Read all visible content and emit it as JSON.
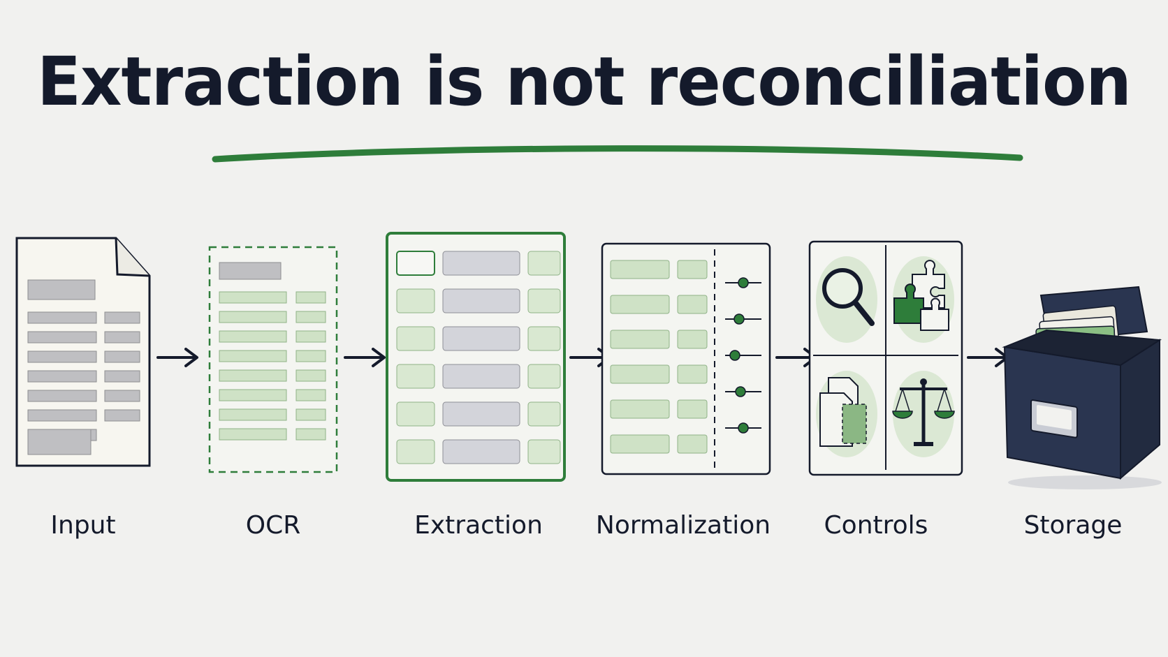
{
  "title": "Extraction is not reconciliation",
  "stages": [
    {
      "id": "input",
      "label": "Input"
    },
    {
      "id": "ocr",
      "label": "OCR"
    },
    {
      "id": "extraction",
      "label": "Extraction"
    },
    {
      "id": "normalization",
      "label": "Normalization"
    },
    {
      "id": "controls",
      "label": "Controls"
    },
    {
      "id": "storage",
      "label": "Storage"
    }
  ],
  "colors": {
    "background": "#f1f1ef",
    "ink": "#141a2b",
    "accent_green": "#2e7d3a",
    "light_green": "#cfe2c6",
    "gray_fill": "#c9c9cc",
    "navy": "#2a3550"
  },
  "icons": {
    "controls": [
      "magnifier-icon",
      "puzzle-icon",
      "documents-compare-icon",
      "balance-scale-icon"
    ],
    "storage": "file-box-icon",
    "input": "document-icon"
  }
}
